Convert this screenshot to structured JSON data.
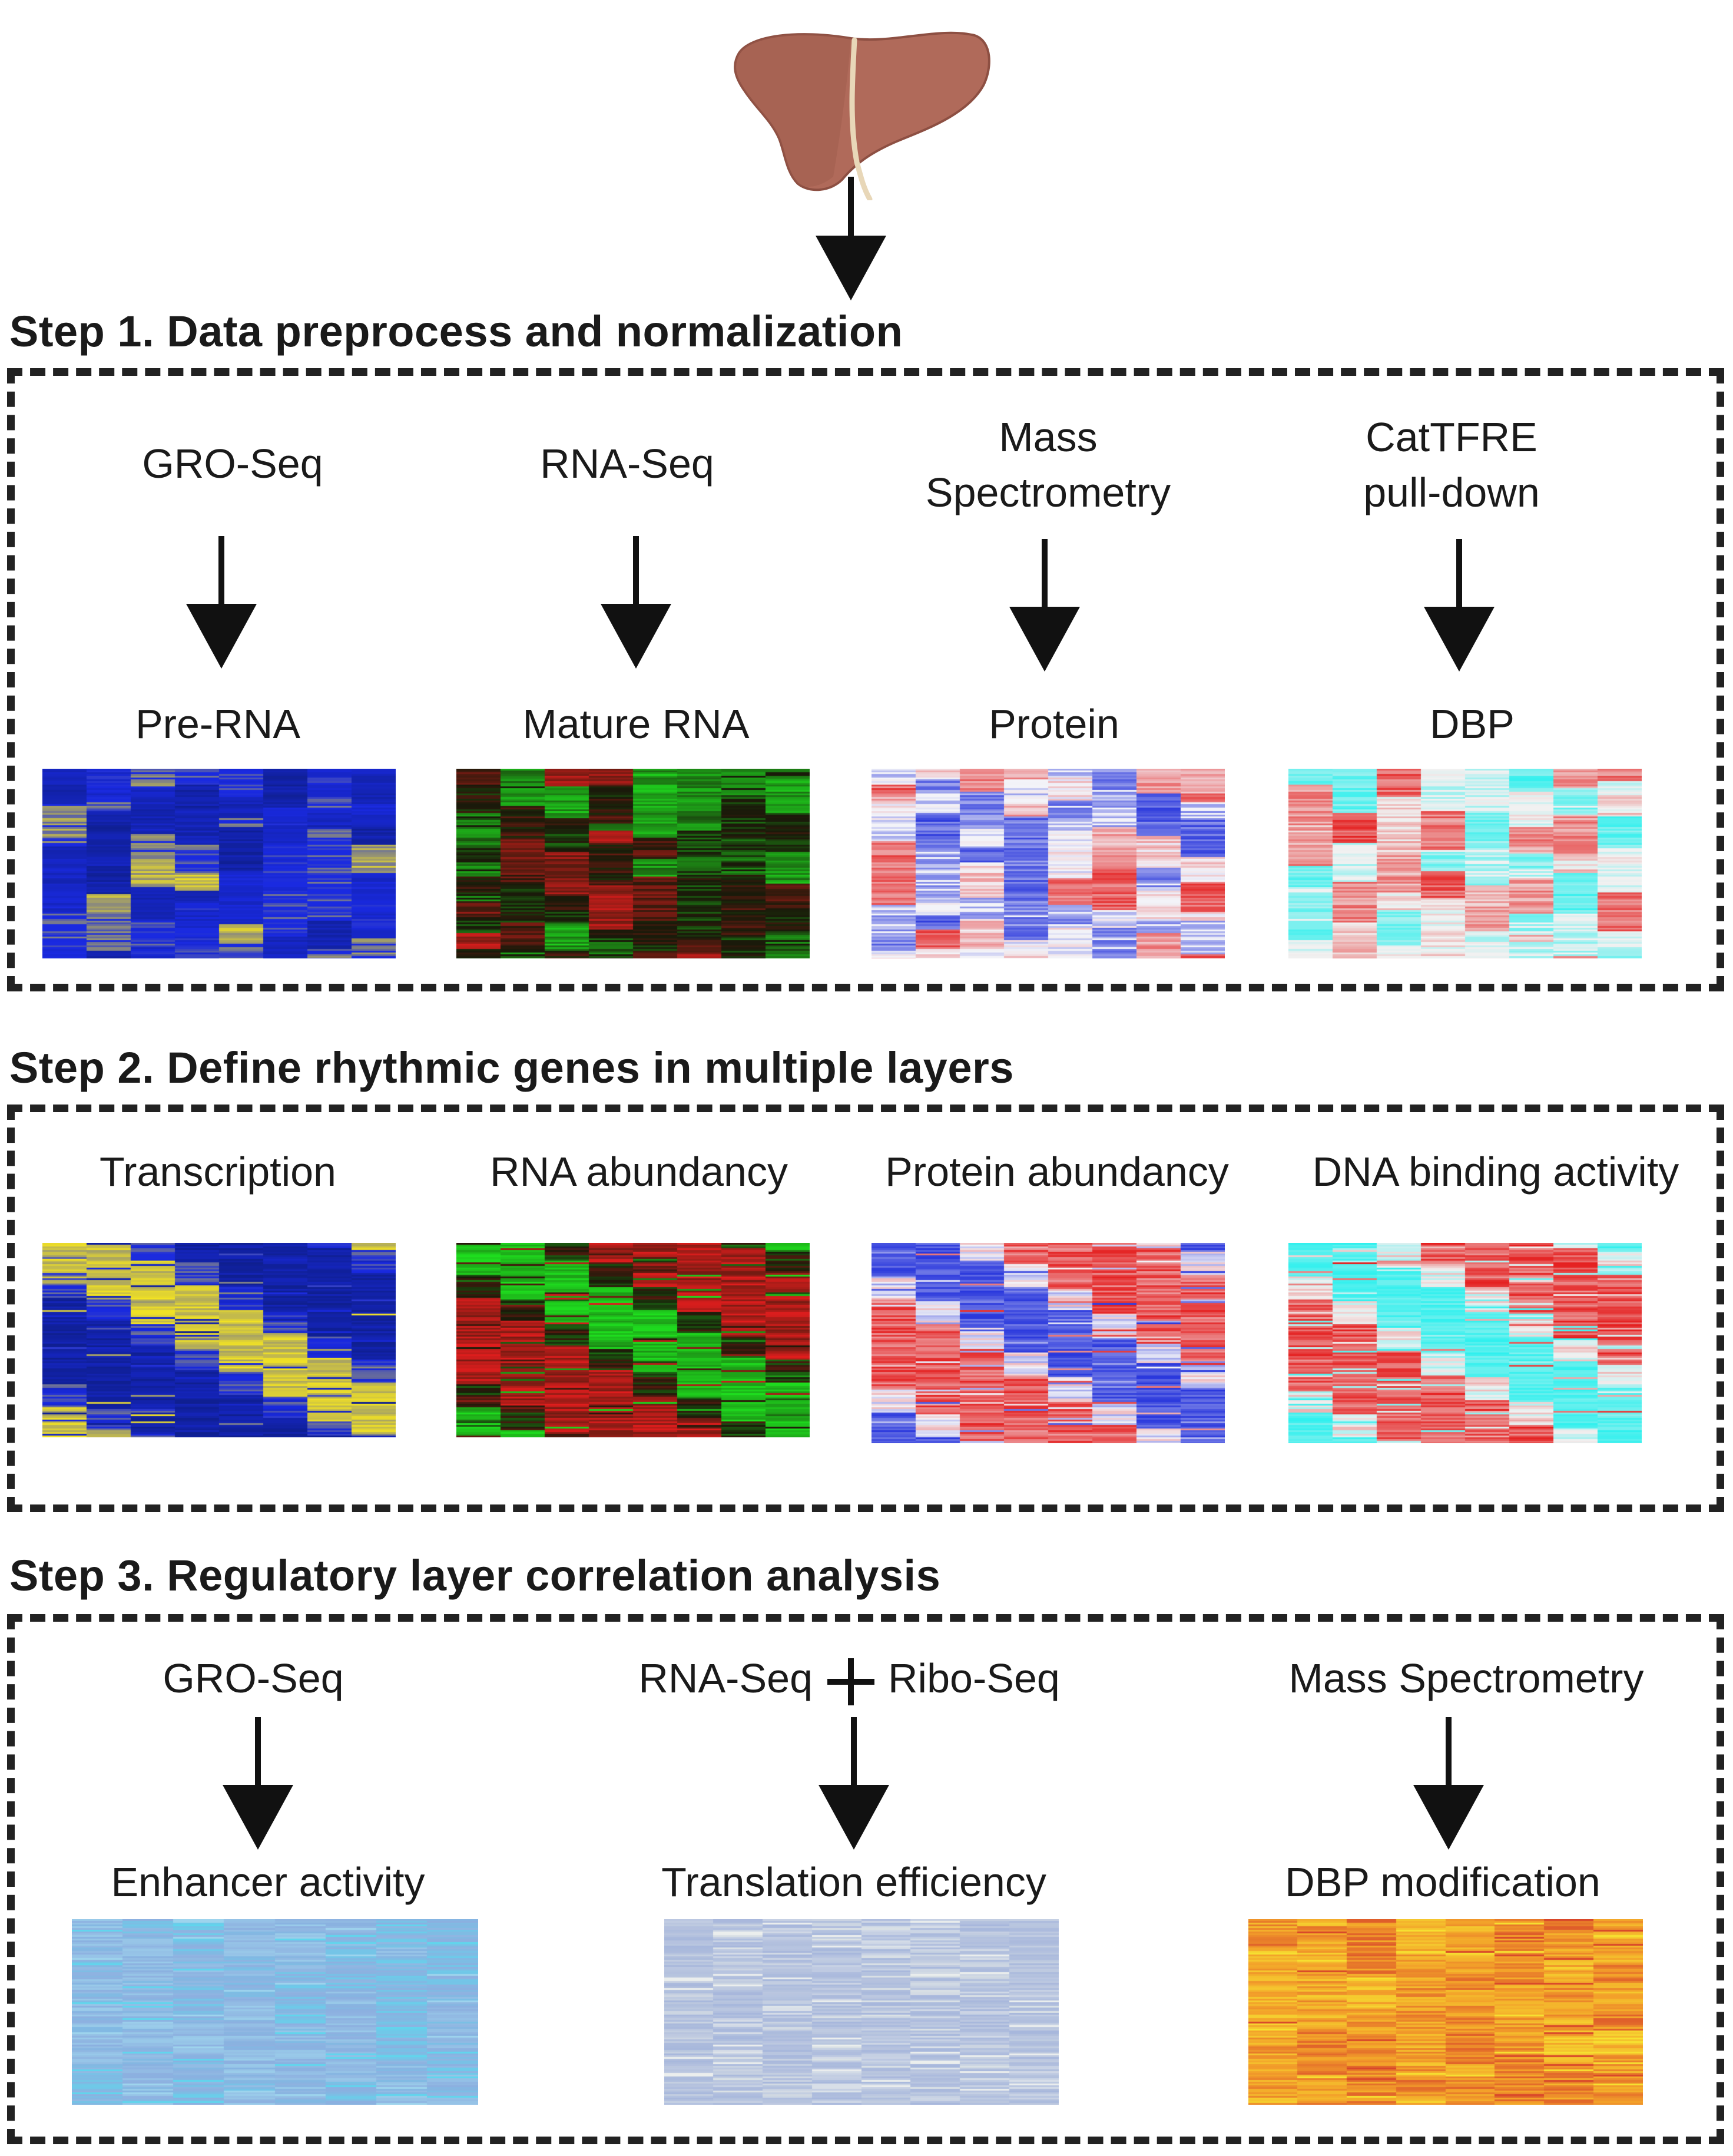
{
  "step1": {
    "title": "Step 1. Data preprocess and normalization",
    "columns": [
      {
        "source": [
          "GRO-Seq"
        ],
        "output": "Pre-RNA",
        "heatmap": "yellow-blue"
      },
      {
        "source": [
          "RNA-Seq"
        ],
        "output": "Mature RNA",
        "heatmap": "red-green"
      },
      {
        "source": [
          "Mass",
          "Spectrometry"
        ],
        "output": "Protein",
        "heatmap": "red-blue"
      },
      {
        "source": [
          "CatTFRE",
          "pull-down"
        ],
        "output": "DBP",
        "heatmap": "red-cyan"
      }
    ]
  },
  "step2": {
    "title": "Step 2. Define rhythmic genes in multiple layers",
    "columns": [
      {
        "label": "Transcription",
        "heatmap": "yellow-blue"
      },
      {
        "label": "RNA abundancy",
        "heatmap": "red-green"
      },
      {
        "label": "Protein abundancy",
        "heatmap": "red-blue"
      },
      {
        "label": "DNA binding activity",
        "heatmap": "red-cyan"
      }
    ]
  },
  "step3": {
    "title": "Step 3. Regulatory layer correlation analysis",
    "plus_symbol": "+",
    "columns": [
      {
        "source": "GRO-Seq",
        "output": "Enhancer activity",
        "heatmap": "light-blue"
      },
      {
        "source_left": "RNA-Seq",
        "source_right": "Ribo-Seq",
        "output": "Translation efficiency",
        "heatmap": "pale-gray"
      },
      {
        "source": "Mass Spectrometry",
        "output": "DBP modification",
        "heatmap": "yellow-red"
      }
    ]
  },
  "colors": {
    "liver": "#b06a5a",
    "liver_dark": "#8d4f42",
    "ligament": "#e8d7b8",
    "dashes": "#222222",
    "arrow": "#111111",
    "yellow_blue": [
      "#0f1f8f",
      "#1a2ae0",
      "#f4e422"
    ],
    "red_green": [
      "#e21e1e",
      "#1a1a0a",
      "#1fe01f"
    ],
    "red_blue": [
      "#e52323",
      "#f3f3f8",
      "#2a38dd"
    ],
    "red_cyan": [
      "#e51e1e",
      "#f1f1f1",
      "#2ff0ee"
    ],
    "light_blue": [
      "#9fd6ee",
      "#8db0e0",
      "#5fd8ee"
    ],
    "pale_gray": [
      "#dde3e6",
      "#a7b7dc",
      "#eef1ee"
    ],
    "yellow_red": [
      "#f7e432",
      "#f3a02a",
      "#d8452a"
    ]
  }
}
